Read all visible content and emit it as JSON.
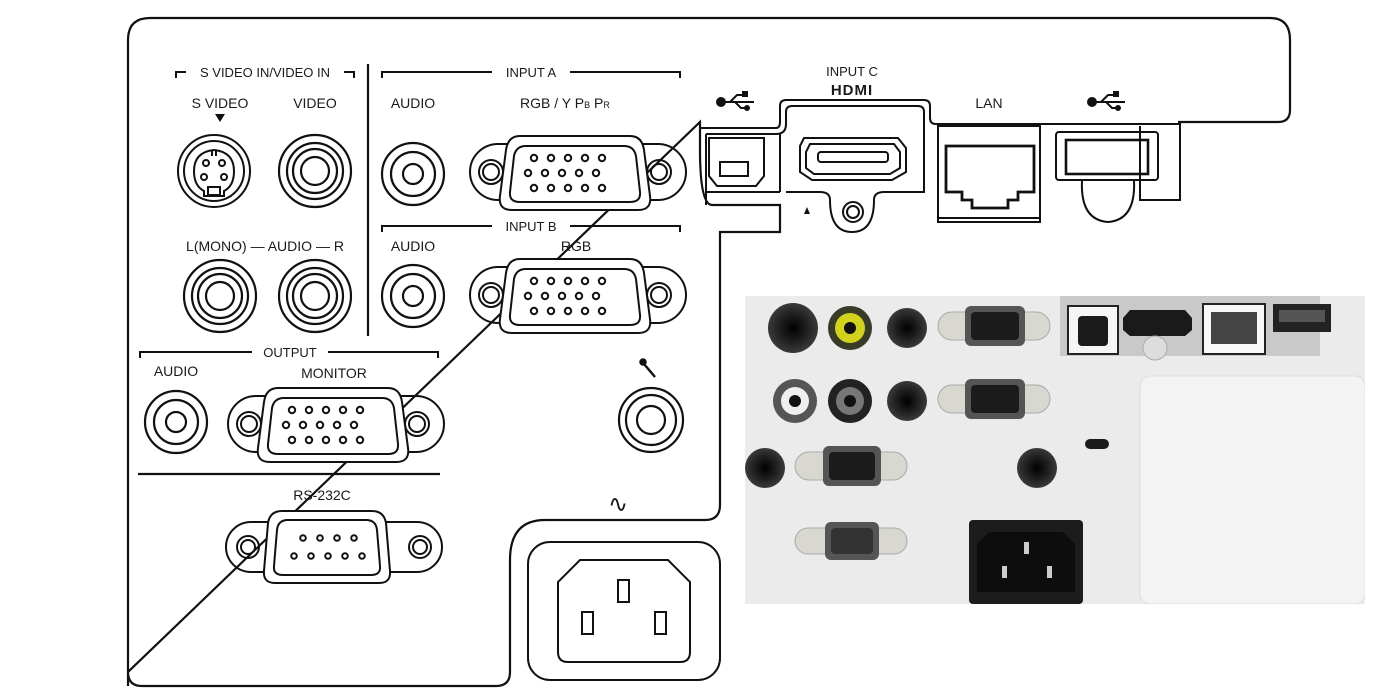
{
  "diagram": {
    "groups": {
      "svideo_video_in": "S VIDEO IN/VIDEO IN",
      "input_a": "INPUT A",
      "input_b": "INPUT B",
      "output": "OUTPUT",
      "input_c": "INPUT C"
    },
    "labels": {
      "s_video": "S VIDEO",
      "video": "VIDEO",
      "input_a_audio": "AUDIO",
      "input_a_rgb": "RGB / Y P",
      "input_a_pb_sub": "B",
      "input_a_pr": " P",
      "input_a_pr_sub": "R",
      "audio_lr": "L(MONO) — AUDIO — R",
      "input_b_audio": "AUDIO",
      "input_b_rgb": "RGB",
      "output_audio": "AUDIO",
      "output_monitor": "MONITOR",
      "rs232c": "RS-232C",
      "hdmi": "HDMI",
      "lan": "LAN",
      "ac_symbol": "∿"
    },
    "icons": {
      "usb_b": "usb-icon",
      "usb_a": "usb-icon",
      "microphone": "microphone-icon",
      "ac_power": "ac-power-icon"
    }
  },
  "photo": {
    "description": "Projector rear panel photograph"
  }
}
